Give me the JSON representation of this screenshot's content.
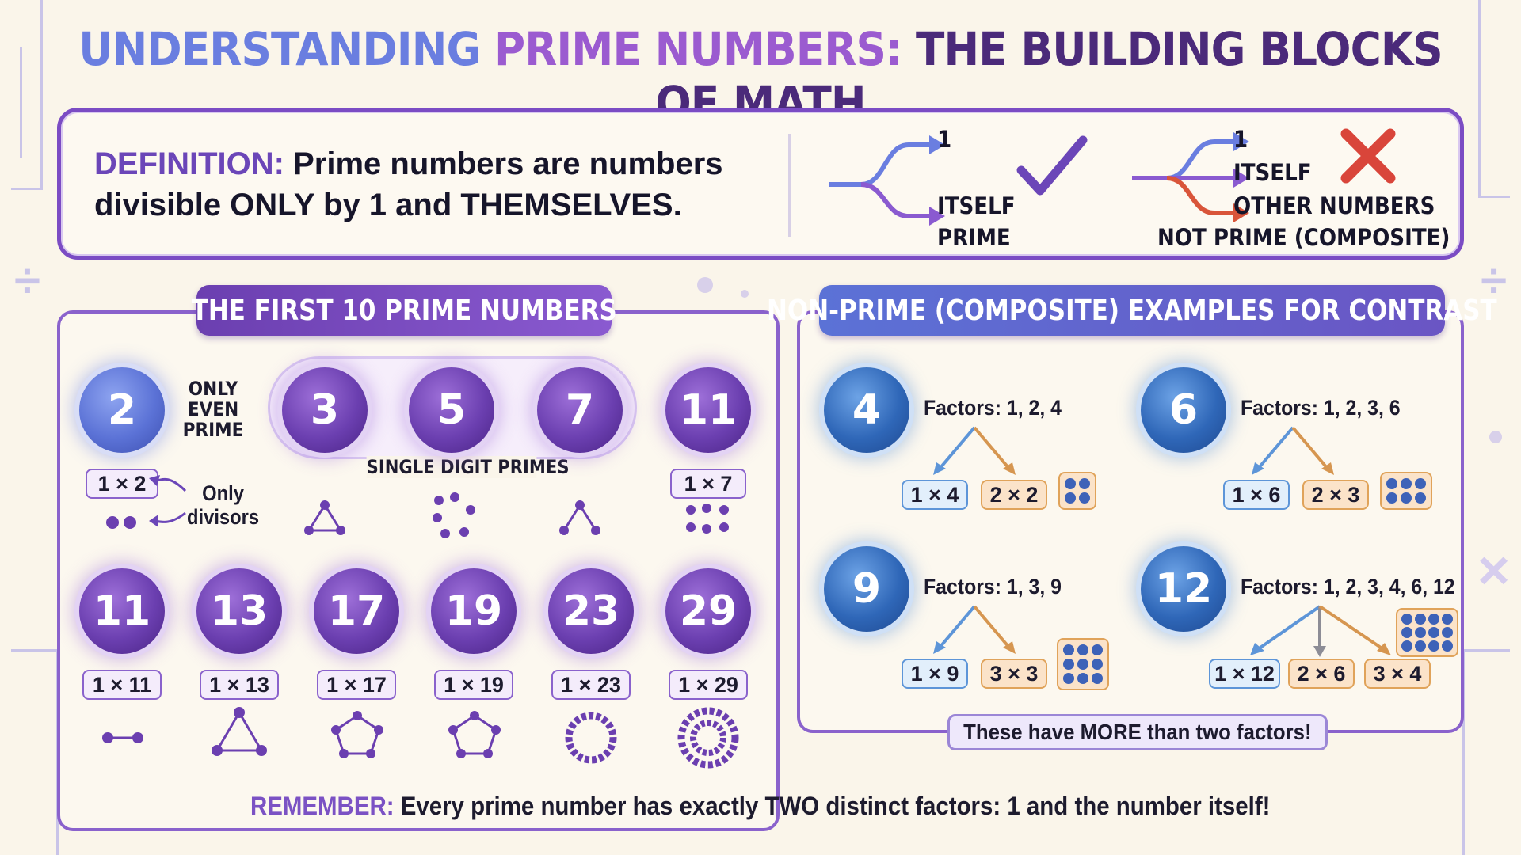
{
  "title": {
    "part1": "UNDERSTANDING",
    "part2": "PRIME NUMBERS:",
    "part3": "THE BUILDING BLOCKS OF MATH"
  },
  "definition": {
    "label": "DEFINITION:",
    "text_line1": "Prime numbers are numbers",
    "text_line2": "divisible ONLY by 1 and THEMSELVES.",
    "prime_branch": {
      "top": "1",
      "bottom": "ITSELF",
      "caption": "PRIME",
      "mark": "check"
    },
    "composite_branch": {
      "top": "1",
      "middle": "ITSELF",
      "bottom": "OTHER NUMBERS",
      "caption": "NOT PRIME (COMPOSITE)",
      "mark": "cross"
    }
  },
  "primes_panel": {
    "heading": "THE FIRST 10 PRIME NUMBERS",
    "top_row": [
      {
        "n": "2",
        "pill": "1 × 2",
        "style": "blue"
      },
      {
        "n": "3"
      },
      {
        "n": "5"
      },
      {
        "n": "7"
      },
      {
        "n": "11",
        "pill": "1 × 7"
      }
    ],
    "only_even_label": [
      "ONLY",
      "EVEN",
      "PRIME"
    ],
    "only_divisors_label": [
      "Only",
      "divisors"
    ],
    "single_digit_label": "SINGLE DIGIT PRIMES",
    "bottom_row": [
      {
        "n": "11",
        "pill": "1 × 11"
      },
      {
        "n": "13",
        "pill": "1 × 13"
      },
      {
        "n": "17",
        "pill": "1 × 17"
      },
      {
        "n": "19",
        "pill": "1 × 19"
      },
      {
        "n": "23",
        "pill": "1 × 23"
      },
      {
        "n": "29",
        "pill": "1 × 29"
      }
    ]
  },
  "composite_panel": {
    "heading": "NON-PRIME (COMPOSITE) EXAMPLES FOR CONTRAST",
    "items": [
      {
        "n": "4",
        "factors": "Factors: 1, 2, 4",
        "pills": [
          "1 × 4",
          "2 × 2"
        ]
      },
      {
        "n": "6",
        "factors": "Factors: 1, 2, 3, 6",
        "pills": [
          "1 × 6",
          "2 × 3"
        ]
      },
      {
        "n": "9",
        "factors": "Factors: 1, 3, 9",
        "pills": [
          "1 × 9",
          "3 × 3"
        ]
      },
      {
        "n": "12",
        "factors": "Factors: 1, 2, 3, 4, 6, 12",
        "pills": [
          "1 × 12",
          "2 × 6",
          "3 × 4"
        ]
      }
    ],
    "note": "These have MORE than two factors!"
  },
  "remember": {
    "label": "REMEMBER:",
    "text": "Every prime number has exactly TWO distinct factors: 1 and the number itself!"
  },
  "colors": {
    "purple": "#7b4cc4",
    "blue": "#5b72d6",
    "composite_blue": "#2f67b8",
    "orange": "#e0a35a",
    "check": "#6b46b8",
    "cross": "#d9453a"
  }
}
